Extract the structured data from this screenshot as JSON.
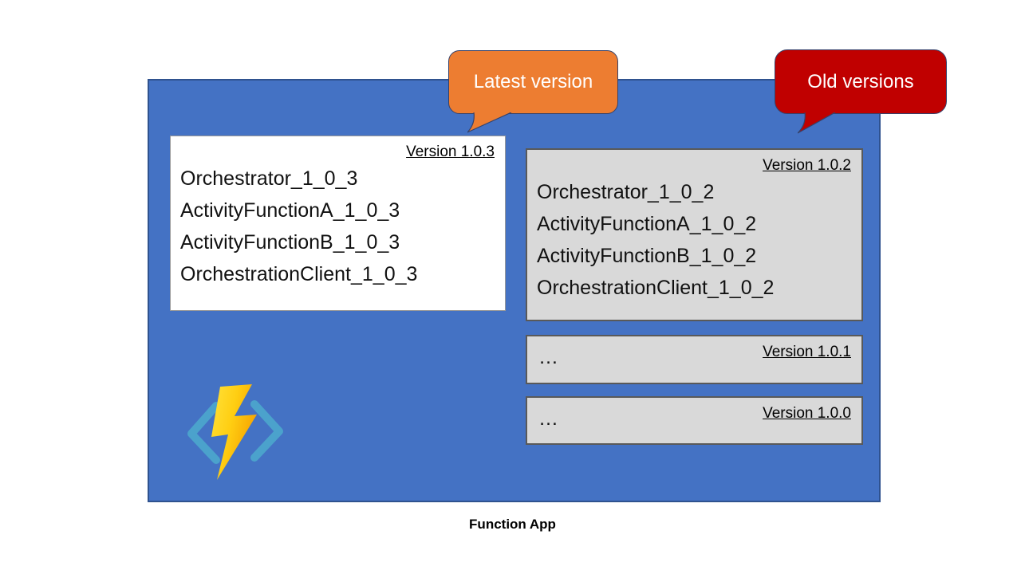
{
  "caption": "Function App",
  "callouts": {
    "latest": {
      "label": "Latest version",
      "fill": "#ED7D31"
    },
    "old": {
      "label": "Old versions",
      "fill": "#C00000"
    }
  },
  "latest_box": {
    "version_label": "Version 1.0.3",
    "functions": [
      "Orchestrator_1_0_3",
      "ActivityFunctionA_1_0_3",
      "ActivityFunctionB_1_0_3",
      "OrchestrationClient_1_0_3"
    ]
  },
  "old_boxes": {
    "v102": {
      "version_label": "Version 1.0.2",
      "functions": [
        "Orchestrator_1_0_2",
        "ActivityFunctionA_1_0_2",
        "ActivityFunctionB_1_0_2",
        "OrchestrationClient_1_0_2"
      ]
    },
    "v101": {
      "version_label": "Version 1.0.1",
      "placeholder": "…"
    },
    "v100": {
      "version_label": "Version 1.0.0",
      "placeholder": "…"
    }
  },
  "icon": {
    "name": "azure-functions-icon"
  },
  "colors": {
    "container_fill": "#4472C4",
    "container_border": "#2F528F",
    "latest_box_fill": "#FFFFFF",
    "old_box_fill": "#D9D9D9",
    "old_box_border": "#595959",
    "latest_callout_fill": "#ED7D31",
    "old_callout_fill": "#C00000",
    "callout_text": "#FFFFFF",
    "bolt_yellow": "#FFD11A",
    "bracket_blue": "#4BA2CC"
  }
}
